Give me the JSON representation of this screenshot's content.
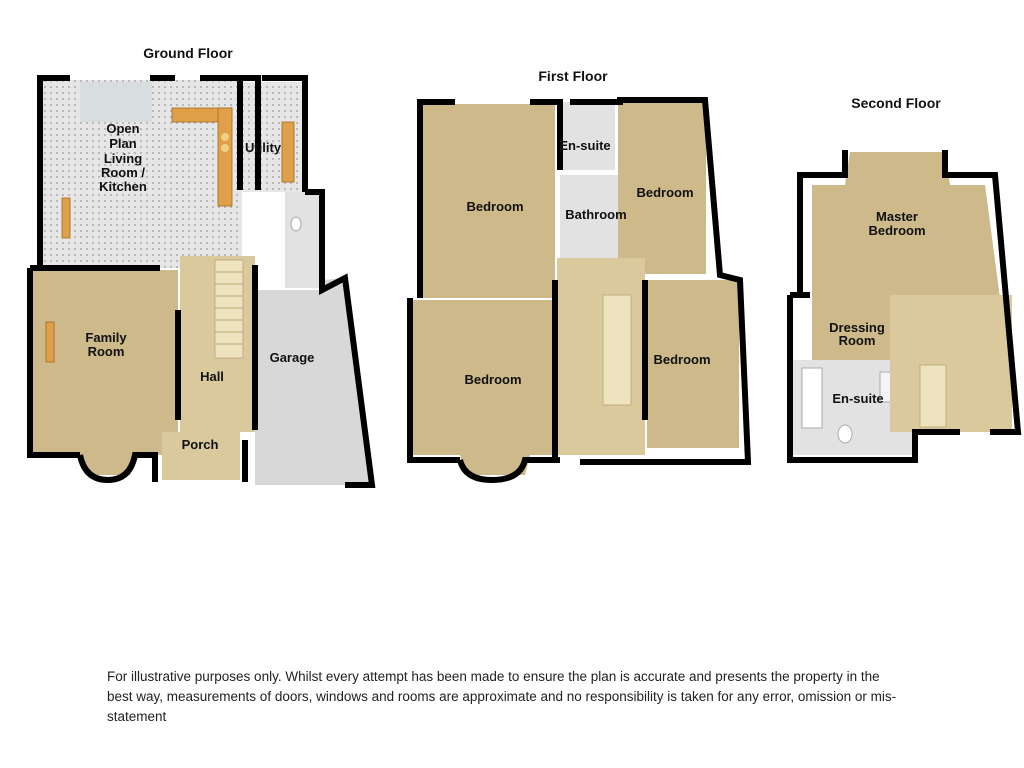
{
  "floors": [
    {
      "title": "Ground Floor",
      "rooms": [
        "Open",
        "Plan",
        "Living",
        "Room /",
        "Kitchen",
        "Utility",
        "Family",
        "Room",
        "Hall",
        "Garage",
        "Porch"
      ]
    },
    {
      "title": "First Floor",
      "rooms": [
        "En-suite",
        "Bedroom",
        "Bathroom",
        "Bedroom",
        "Bedroom",
        "Bedroom"
      ]
    },
    {
      "title": "Second Floor",
      "rooms": [
        "Master",
        "Bedroom",
        "Dressing",
        "Room",
        "En-suite"
      ]
    }
  ],
  "disclaimer": "For illustrative purposes only. Whilst every attempt has been made to ensure the plan is accurate and presents the property in the best way, measurements of doors, windows and rooms are approximate and no responsibility is taken for any error, omission or mis-statement"
}
